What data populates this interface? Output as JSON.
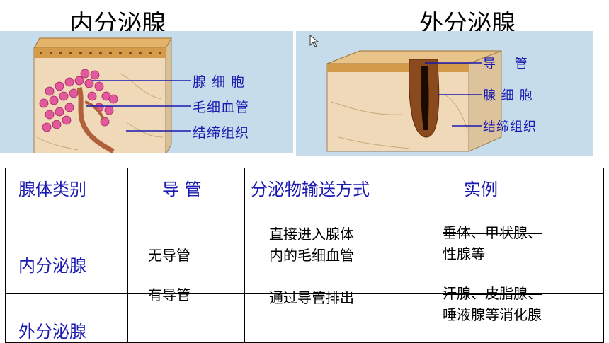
{
  "titles": {
    "left": "内分泌腺",
    "right": "外分泌腺"
  },
  "endocrine_labels": {
    "gland_cell": "腺 细 胞",
    "capillary": "毛细血管",
    "connective": "结缔组织"
  },
  "exocrine_labels": {
    "duct": "导　 管",
    "gland_cell": "腺 细 胞",
    "connective": "结缔组织"
  },
  "table": {
    "headers": [
      "腺体类别",
      "导 管",
      "分泌物输送方式",
      "实例"
    ],
    "rows": [
      {
        "type": "内分泌腺",
        "duct": "无导管",
        "transport": [
          "直接进入腺体",
          "内的毛细血管"
        ],
        "example": [
          "垂体、甲状腺、",
          "性腺等"
        ]
      },
      {
        "type": "外分泌腺",
        "duct": "有导管",
        "transport": [
          "通过导管排出"
        ],
        "example": [
          "汗腺、皮脂腺、",
          "唾液腺等消化腺"
        ]
      }
    ]
  },
  "colors": {
    "label_blue": "#1a1ab0",
    "panel_bg": "#c6dcea"
  }
}
